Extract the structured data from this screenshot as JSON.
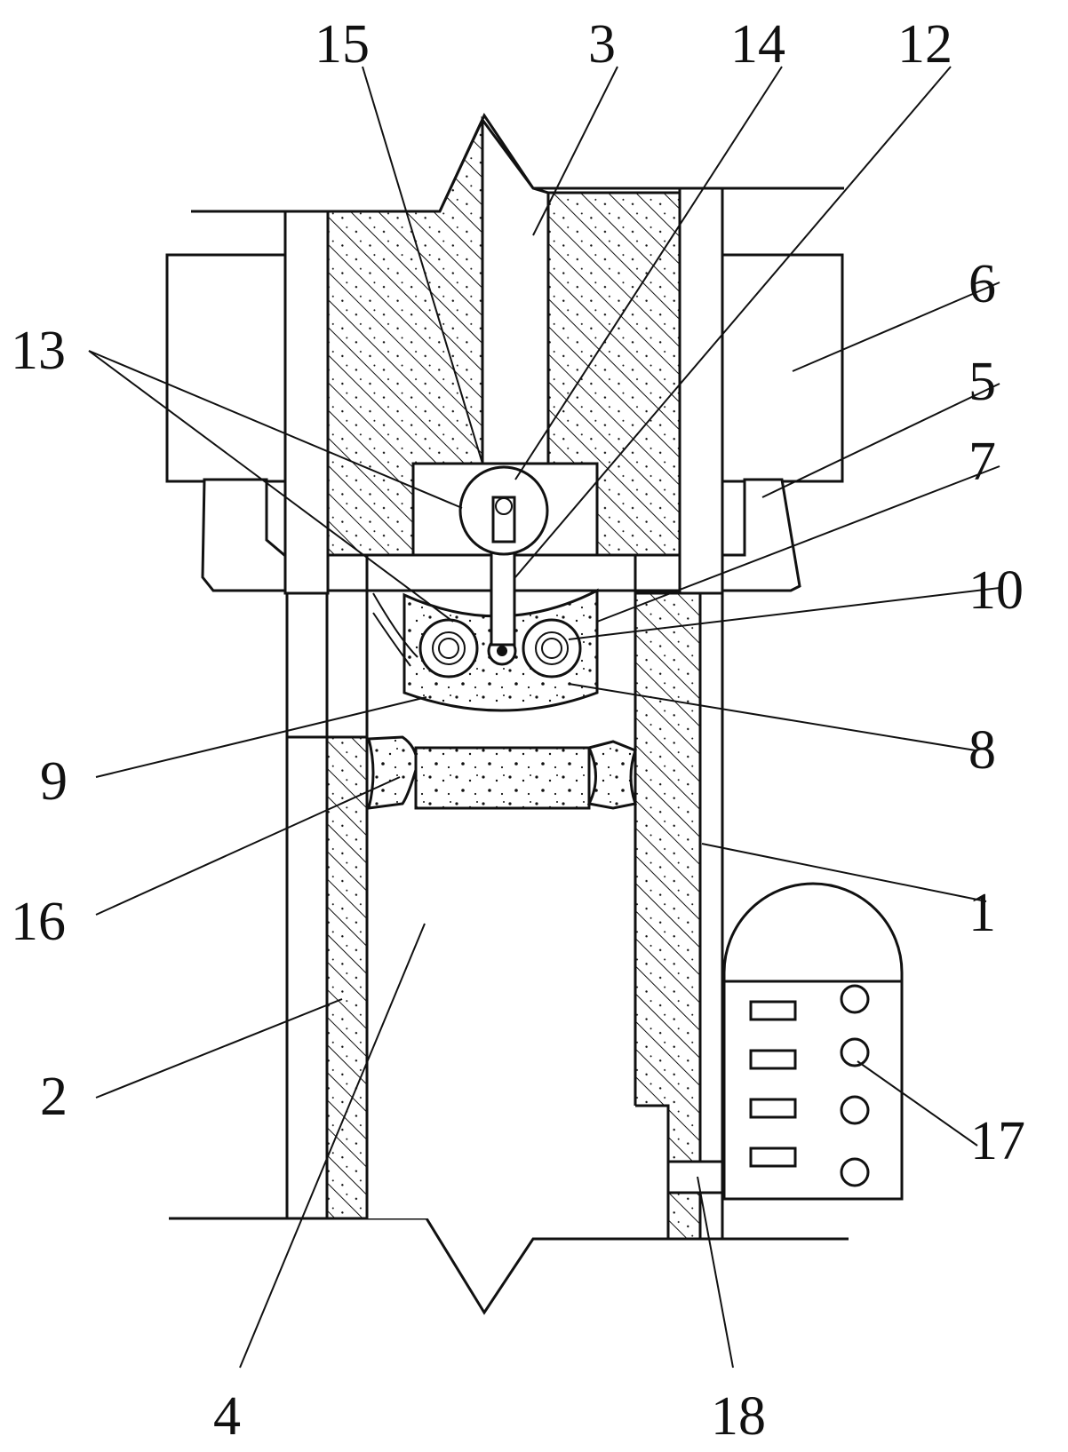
{
  "labels": {
    "l1": "1",
    "l2": "2",
    "l3": "3",
    "l4": "4",
    "l5": "5",
    "l6": "6",
    "l7": "7",
    "l8": "8",
    "l9": "9",
    "l10": "10",
    "l12": "12",
    "l13": "13",
    "l14": "14",
    "l15": "15",
    "l16": "16",
    "l17": "17",
    "l18": "18"
  }
}
